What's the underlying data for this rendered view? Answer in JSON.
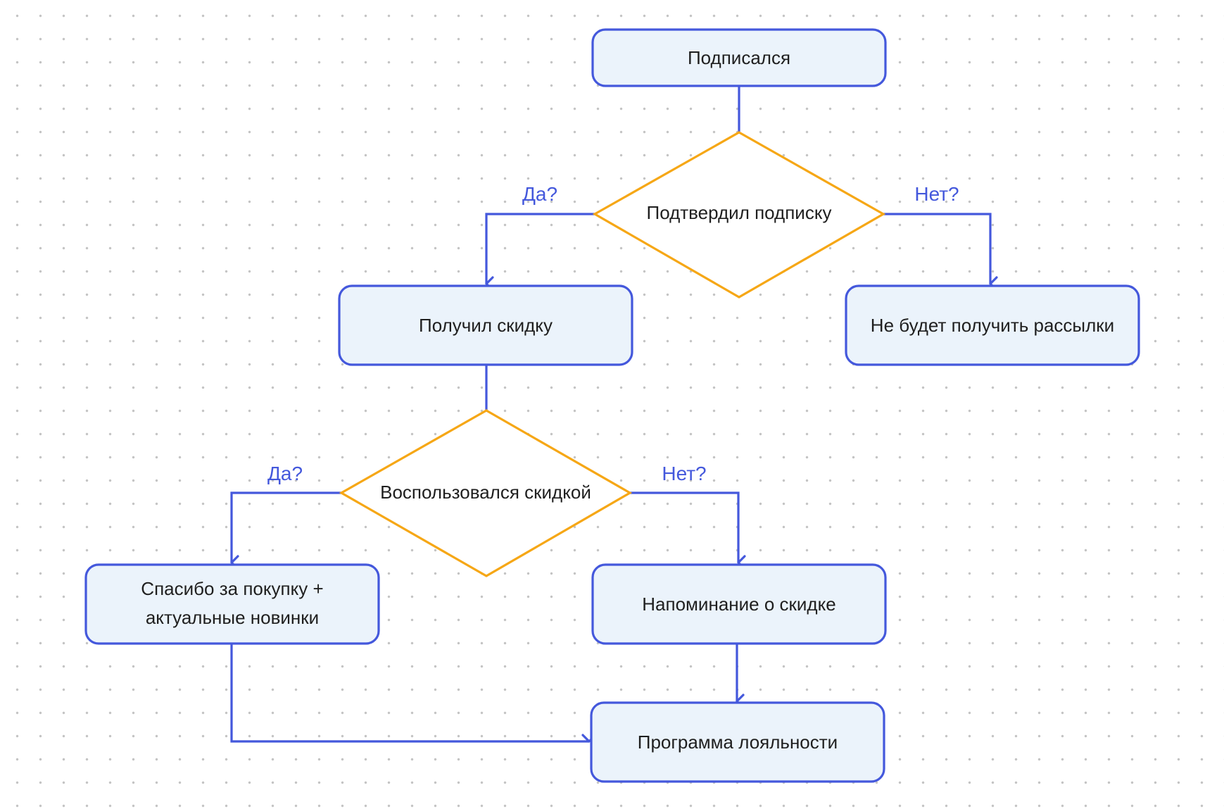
{
  "colors": {
    "box_stroke": "#4458dc",
    "box_fill": "#ebf3fb",
    "decision_stroke": "#f6a716",
    "decision_fill": "#ffffff",
    "connector": "#4458dc",
    "branch_label": "#4458dc",
    "text": "#1f1f1f"
  },
  "nodes": {
    "subscribed": "Подписался",
    "confirmed_decision": "Подтвердил подписку",
    "got_discount": "Получил скидку",
    "no_mailings": "Не будет получить рассылки",
    "used_discount_decision": "Воспользовался скидкой",
    "thanks_line1": "Спасибо за покупку +",
    "thanks_line2": "актуальные новинки",
    "discount_reminder": "Напоминание о скидке",
    "loyalty_program": "Программа лояльности"
  },
  "branches": {
    "yes_1": "Да?",
    "no_1": "Нет?",
    "yes_2": "Да?",
    "no_2": "Нет?"
  }
}
